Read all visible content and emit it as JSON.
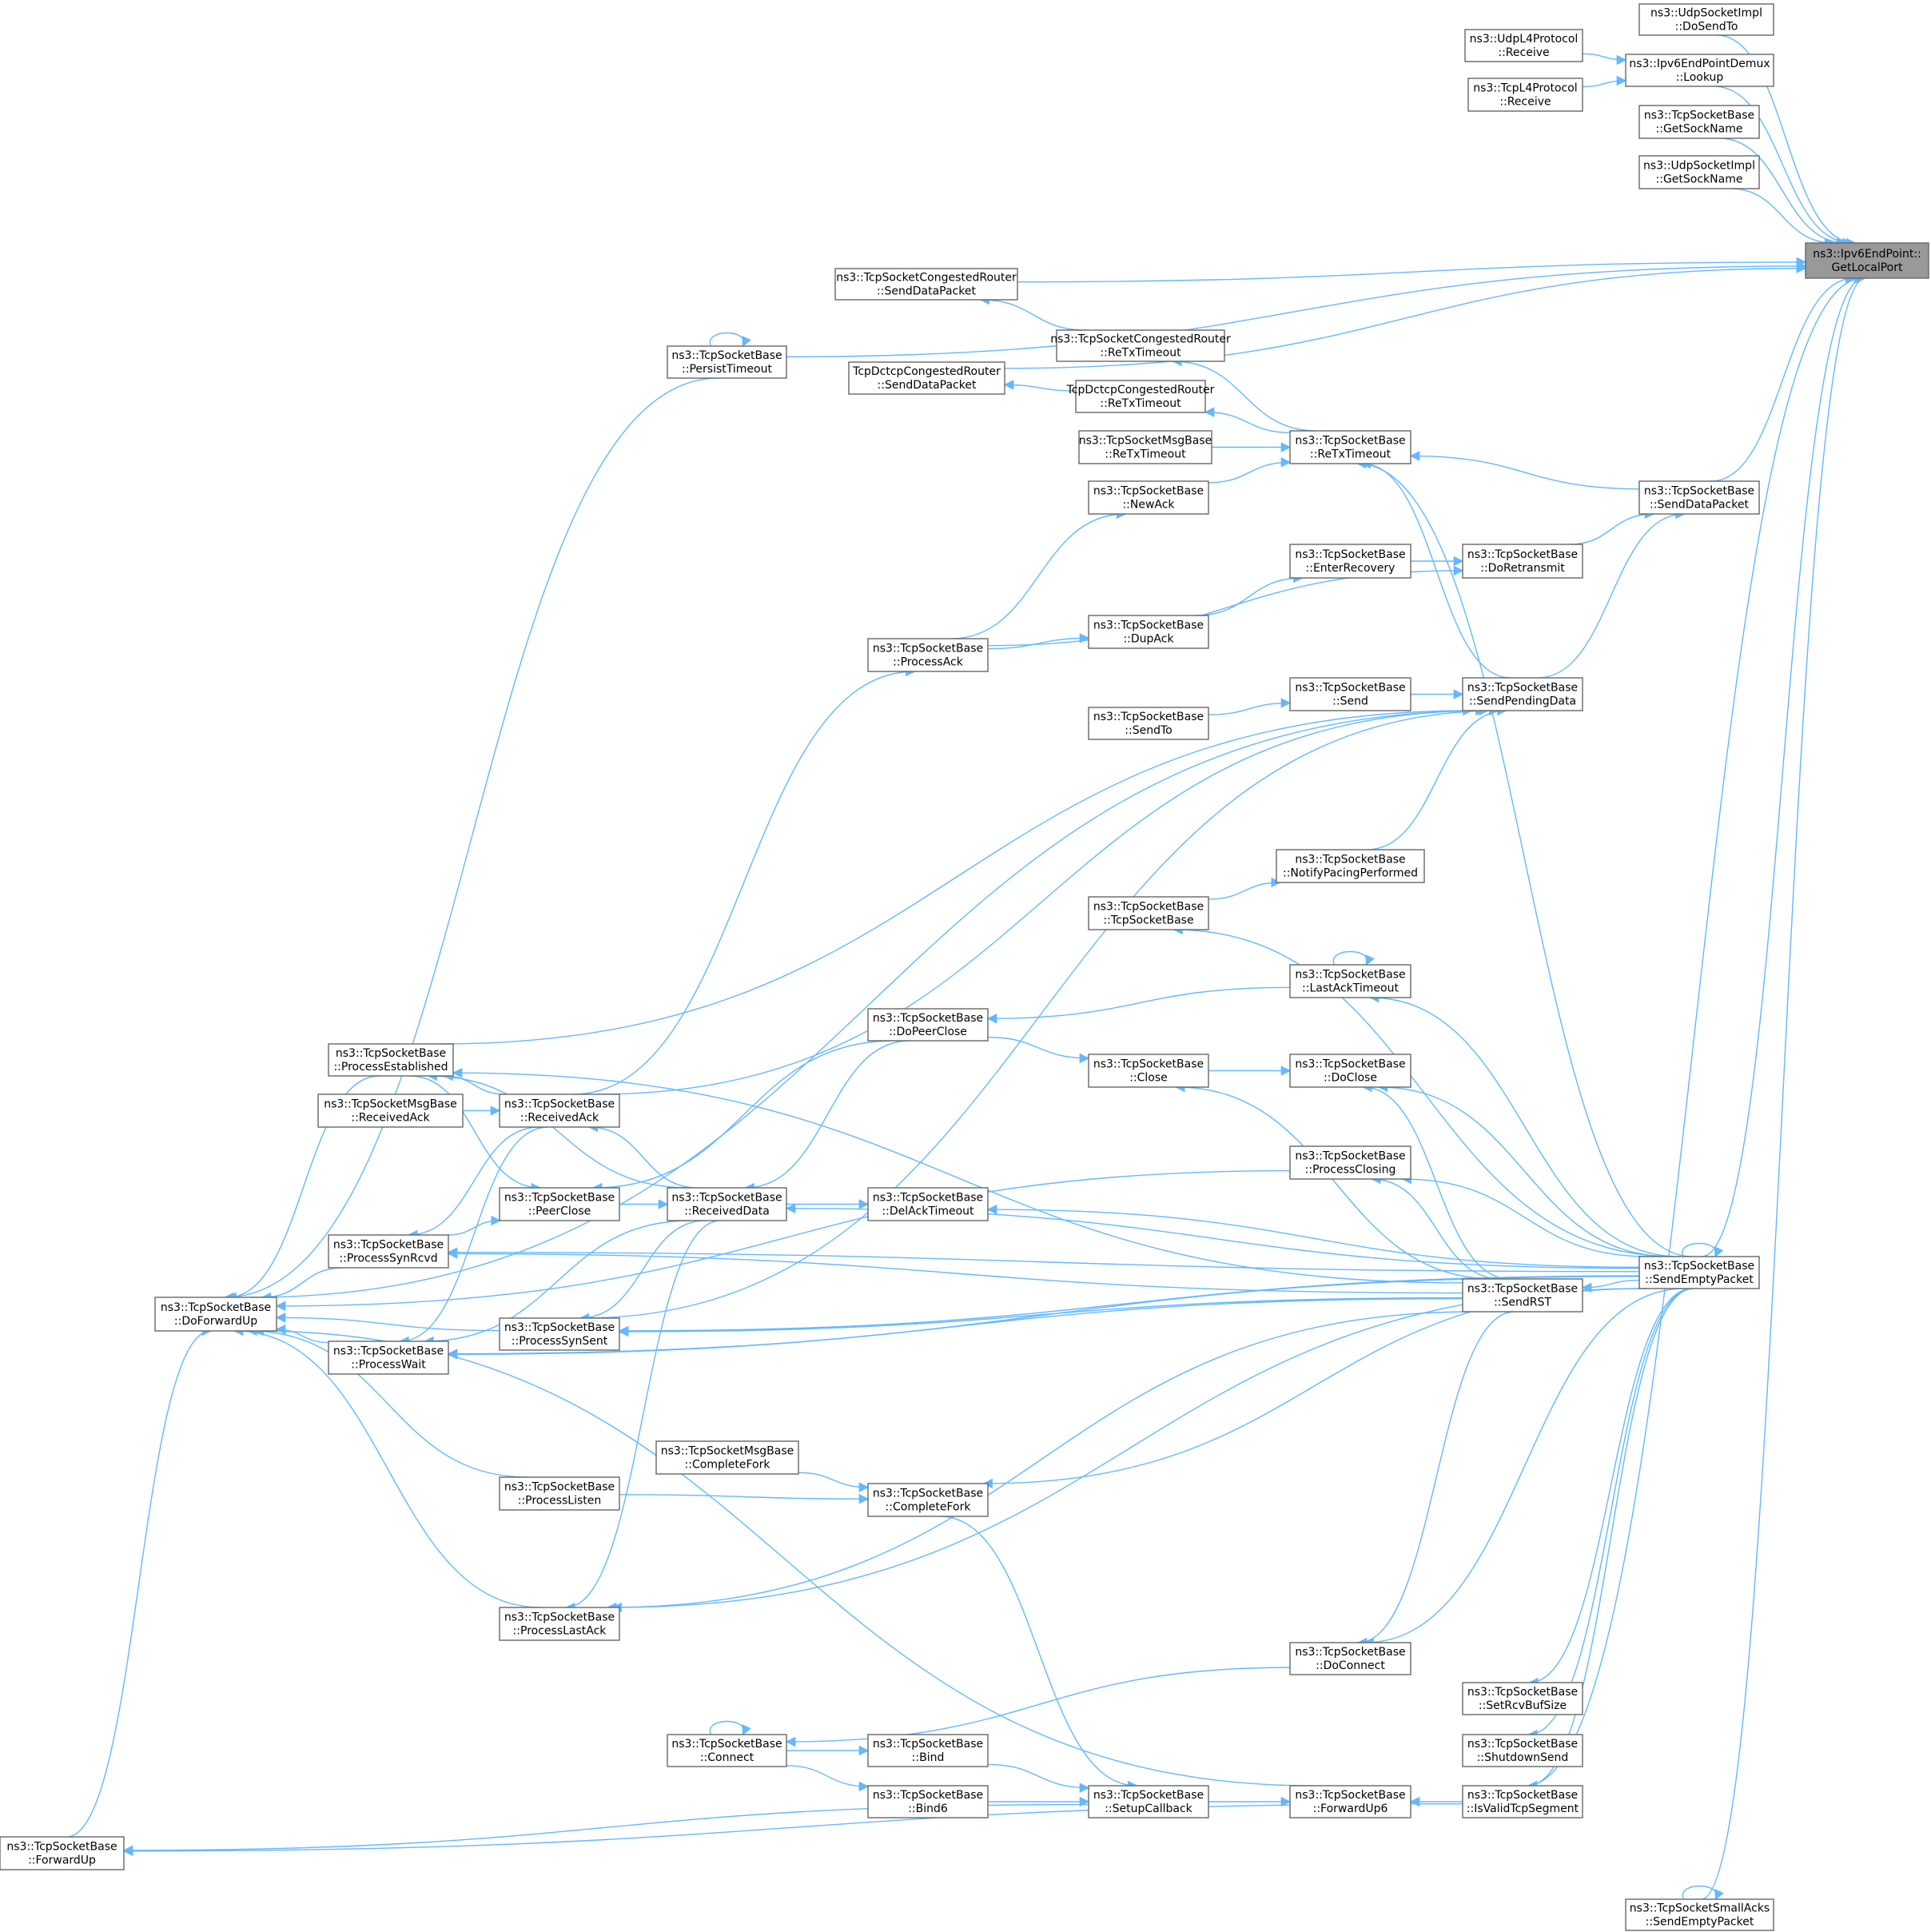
{
  "colors": {
    "edge": "#63b8ff",
    "node_border": "#666666",
    "root_fill": "#999999",
    "node_fill": "#ffffff"
  },
  "nodes": [
    {
      "id": "root",
      "lines": [
        "ns3::Ipv6EndPoint::",
        "GetLocalPort"
      ],
      "root": true
    },
    {
      "id": "udpimpl_dosendto",
      "lines": [
        "ns3::UdpSocketImpl",
        "::DoSendTo"
      ]
    },
    {
      "id": "demux_lookup",
      "lines": [
        "ns3::Ipv6EndPointDemux",
        "::Lookup"
      ]
    },
    {
      "id": "udpl4_receive",
      "lines": [
        "ns3::UdpL4Protocol",
        "::Receive"
      ]
    },
    {
      "id": "tcpl4_receive",
      "lines": [
        "ns3::TcpL4Protocol",
        "::Receive"
      ]
    },
    {
      "id": "tsb_getsockname",
      "lines": [
        "ns3::TcpSocketBase",
        "::GetSockName"
      ]
    },
    {
      "id": "udp_getsockname",
      "lines": [
        "ns3::UdpSocketImpl",
        "::GetSockName"
      ]
    },
    {
      "id": "congested_senddatapacket",
      "lines": [
        "ns3::TcpSocketCongestedRouter",
        "::SendDataPacket"
      ]
    },
    {
      "id": "congested_retxtimeout",
      "lines": [
        "ns3::TcpSocketCongestedRouter",
        "::ReTxTimeout"
      ]
    },
    {
      "id": "dctcp_senddatapacket",
      "lines": [
        "TcpDctcpCongestedRouter",
        "::SendDataPacket"
      ]
    },
    {
      "id": "dctcp_retxtimeout",
      "lines": [
        "TcpDctcpCongestedRouter",
        "::ReTxTimeout"
      ]
    },
    {
      "id": "persisttimeout",
      "lines": [
        "ns3::TcpSocketBase",
        "::PersistTimeout"
      ]
    },
    {
      "id": "msgbase_retxtimeout",
      "lines": [
        "ns3::TcpSocketMsgBase",
        "::ReTxTimeout"
      ]
    },
    {
      "id": "retxtimeout",
      "lines": [
        "ns3::TcpSocketBase",
        "::ReTxTimeout"
      ]
    },
    {
      "id": "newack",
      "lines": [
        "ns3::TcpSocketBase",
        "::NewAck"
      ]
    },
    {
      "id": "senddatapacket",
      "lines": [
        "ns3::TcpSocketBase",
        "::SendDataPacket"
      ]
    },
    {
      "id": "enterrecovery",
      "lines": [
        "ns3::TcpSocketBase",
        "::EnterRecovery"
      ]
    },
    {
      "id": "doretransmit",
      "lines": [
        "ns3::TcpSocketBase",
        "::DoRetransmit"
      ]
    },
    {
      "id": "dupack",
      "lines": [
        "ns3::TcpSocketBase",
        "::DupAck"
      ]
    },
    {
      "id": "processack",
      "lines": [
        "ns3::TcpSocketBase",
        "::ProcessAck"
      ]
    },
    {
      "id": "send",
      "lines": [
        "ns3::TcpSocketBase",
        "::Send"
      ]
    },
    {
      "id": "sendpendingdata",
      "lines": [
        "ns3::TcpSocketBase",
        "::SendPendingData"
      ]
    },
    {
      "id": "sendto",
      "lines": [
        "ns3::TcpSocketBase",
        "::SendTo"
      ]
    },
    {
      "id": "notifypacing",
      "lines": [
        "ns3::TcpSocketBase",
        "::NotifyPacingPerformed"
      ]
    },
    {
      "id": "tcpsocketbase",
      "lines": [
        "ns3::TcpSocketBase",
        "::TcpSocketBase"
      ]
    },
    {
      "id": "lastacktimeout",
      "lines": [
        "ns3::TcpSocketBase",
        "::LastAckTimeout"
      ]
    },
    {
      "id": "dopeerclose",
      "lines": [
        "ns3::TcpSocketBase",
        "::DoPeerClose"
      ]
    },
    {
      "id": "processestablished",
      "lines": [
        "ns3::TcpSocketBase",
        "::ProcessEstablished"
      ]
    },
    {
      "id": "close",
      "lines": [
        "ns3::TcpSocketBase",
        "::Close"
      ]
    },
    {
      "id": "doclose",
      "lines": [
        "ns3::TcpSocketBase",
        "::DoClose"
      ]
    },
    {
      "id": "msgbase_receivedack",
      "lines": [
        "ns3::TcpSocketMsgBase",
        "::ReceivedAck"
      ]
    },
    {
      "id": "receivedack",
      "lines": [
        "ns3::TcpSocketBase",
        "::ReceivedAck"
      ]
    },
    {
      "id": "processclosing",
      "lines": [
        "ns3::TcpSocketBase",
        "::ProcessClosing"
      ]
    },
    {
      "id": "peerclose",
      "lines": [
        "ns3::TcpSocketBase",
        "::PeerClose"
      ]
    },
    {
      "id": "receiveddata",
      "lines": [
        "ns3::TcpSocketBase",
        "::ReceivedData"
      ]
    },
    {
      "id": "delacktimeout",
      "lines": [
        "ns3::TcpSocketBase",
        "::DelAckTimeout"
      ]
    },
    {
      "id": "processsynrcvd",
      "lines": [
        "ns3::TcpSocketBase",
        "::ProcessSynRcvd"
      ]
    },
    {
      "id": "sendemptypacket",
      "lines": [
        "ns3::TcpSocketBase",
        "::SendEmptyPacket"
      ]
    },
    {
      "id": "doforwardup",
      "lines": [
        "ns3::TcpSocketBase",
        "::DoForwardUp"
      ]
    },
    {
      "id": "sendrst",
      "lines": [
        "ns3::TcpSocketBase",
        "::SendRST"
      ]
    },
    {
      "id": "processsynsent",
      "lines": [
        "ns3::TcpSocketBase",
        "::ProcessSynSent"
      ]
    },
    {
      "id": "processwait",
      "lines": [
        "ns3::TcpSocketBase",
        "::ProcessWait"
      ]
    },
    {
      "id": "msgbase_completefork",
      "lines": [
        "ns3::TcpSocketMsgBase",
        "::CompleteFork"
      ]
    },
    {
      "id": "processlisten",
      "lines": [
        "ns3::TcpSocketBase",
        "::ProcessListen"
      ]
    },
    {
      "id": "completefork",
      "lines": [
        "ns3::TcpSocketBase",
        "::CompleteFork"
      ]
    },
    {
      "id": "processlastack",
      "lines": [
        "ns3::TcpSocketBase",
        "::ProcessLastAck"
      ]
    },
    {
      "id": "doconnect",
      "lines": [
        "ns3::TcpSocketBase",
        "::DoConnect"
      ]
    },
    {
      "id": "setrcvbufsize",
      "lines": [
        "ns3::TcpSocketBase",
        "::SetRcvBufSize"
      ]
    },
    {
      "id": "connect",
      "lines": [
        "ns3::TcpSocketBase",
        "::Connect"
      ]
    },
    {
      "id": "bind",
      "lines": [
        "ns3::TcpSocketBase",
        "::Bind"
      ]
    },
    {
      "id": "shutdownsend",
      "lines": [
        "ns3::TcpSocketBase",
        "::ShutdownSend"
      ]
    },
    {
      "id": "bind6",
      "lines": [
        "ns3::TcpSocketBase",
        "::Bind6"
      ]
    },
    {
      "id": "setupcallback",
      "lines": [
        "ns3::TcpSocketBase",
        "::SetupCallback"
      ]
    },
    {
      "id": "forwardup6",
      "lines": [
        "ns3::TcpSocketBase",
        "::ForwardUp6"
      ]
    },
    {
      "id": "isvalidtcpsegment",
      "lines": [
        "ns3::TcpSocketBase",
        "::IsValidTcpSegment"
      ]
    },
    {
      "id": "forwardup",
      "lines": [
        "ns3::TcpSocketBase",
        "::ForwardUp"
      ]
    },
    {
      "id": "smallacks_sendemptypacket",
      "lines": [
        "ns3::TcpSocketSmallAcks",
        "::SendEmptyPacket"
      ]
    }
  ]
}
